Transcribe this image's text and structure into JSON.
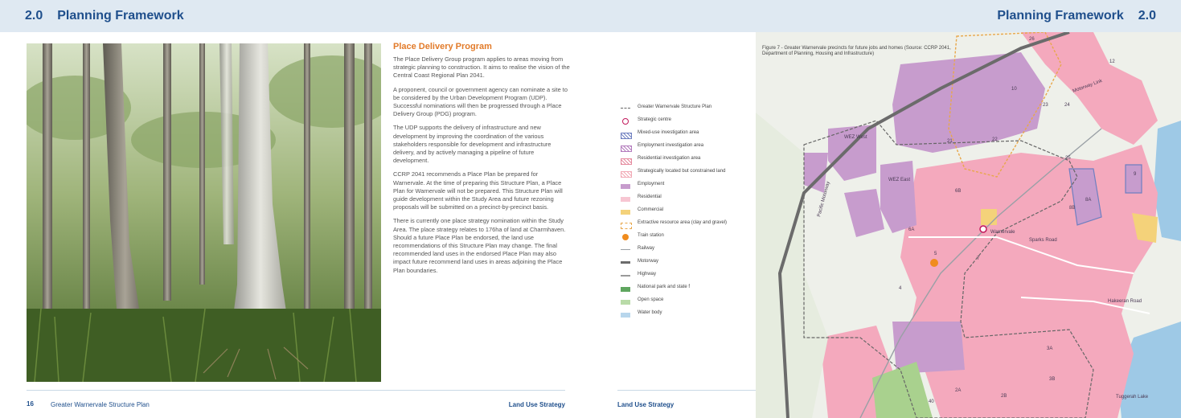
{
  "header": {
    "section_number": "2.0",
    "section_title": "Planning Framework"
  },
  "left_text": {
    "heading": "Place Delivery Program",
    "paragraphs": [
      "The Place Delivery Group program applies to areas moving from strategic planning to construction. It aims to realise the vision of the Central Coast Regional Plan 2041.",
      "A proponent, council or government agency can nominate a site to be considered by the Urban Development Program (UDP). Successful nominations will then be progressed through a Place Delivery Group (PDG) program.",
      "The UDP supports the delivery of infrastructure and new development by improving the coordination of the various stakeholders responsible for development and infrastructure delivery, and by actively managing a pipeline of future development.",
      "CCRP 2041 recommends a Place Plan be prepared for Warnervale. At the time of preparing this Structure Plan, a Place Plan for Warnervale will not be prepared. This Structure Plan will guide development within the Study Area and future rezoning proposals will be submitted on a precinct-by-precinct basis.",
      "There is currently one place strategy nomination within the Study Area. The place strategy relates to 176ha of land at Charmhaven. Should a future Place Plan be endorsed, the land use recommendations of this Structure Plan may change. The final recommended land uses in the endorsed Place Plan may also impact future recommend land uses in areas adjoining the Place Plan boundaries."
    ]
  },
  "footer": {
    "page_number": "16",
    "document_title": "Greater Warnervale Structure Plan",
    "section_label": "Land Use Strategy"
  },
  "figure_caption": "Figure 7 - Greater Warnervale precincts for future jobs and homes (Source: CCRP 2041, Department of Planning, Housing and Infrastructure)",
  "legend": [
    {
      "label": "Greater Warnervale Structure Plan",
      "swatch": "dash",
      "color": "#666666"
    },
    {
      "label": "Strategic centre",
      "swatch": "ring",
      "color": "#c2185b"
    },
    {
      "label": "Mixed-use investigation area",
      "swatch": "hatch",
      "color": "#6f7fc0"
    },
    {
      "label": "Employment investigation area",
      "swatch": "hatch",
      "color": "#b37bbd"
    },
    {
      "label": "Residential investigation area",
      "swatch": "hatch",
      "color": "#e58a9e"
    },
    {
      "label": "Strategically located but constrained land",
      "swatch": "hatch",
      "color": "#f2a9b5"
    },
    {
      "label": "Employment",
      "swatch": "fill",
      "color": "#c79ccd"
    },
    {
      "label": "Residential",
      "swatch": "fill",
      "color": "#f7c6d2"
    },
    {
      "label": "Commercial",
      "swatch": "fill",
      "color": "#f4d27a"
    },
    {
      "label": "Extractive resource area (clay and gravel)",
      "swatch": "outline",
      "color": "#e8a74b"
    },
    {
      "label": "Train station",
      "swatch": "circle",
      "color": "#f08c1e"
    },
    {
      "label": "Railway",
      "swatch": "thin",
      "color": "#9aa0a6"
    },
    {
      "label": "Motorway",
      "swatch": "thick",
      "color": "#6b6b6b"
    },
    {
      "label": "Highway",
      "swatch": "medium",
      "color": "#9a9a9a"
    },
    {
      "label": "National park and state f",
      "swatch": "fill",
      "color": "#5fa65f"
    },
    {
      "label": "Open space",
      "swatch": "fill",
      "color": "#b9dba8"
    },
    {
      "label": "Water body",
      "swatch": "fill",
      "color": "#b8d6ec"
    }
  ],
  "map": {
    "colors": {
      "residential": "#f4a9bd",
      "employment": "#c79ccd",
      "commercial": "#f4d27a",
      "openspace": "#c8e3b7",
      "water": "#9ec9e6",
      "base": "#eef0ea",
      "park": "#a9d18e"
    },
    "labels": [
      "26",
      "12",
      "10",
      "23",
      "24",
      "Motorway Link",
      "21",
      "22",
      "25",
      "WEZ West",
      "WEZ East",
      "6B",
      "9",
      "8A",
      "8B",
      "6A",
      "Warnervale",
      "Sparks Road",
      "5",
      "7",
      "4",
      "Pacific Motorway",
      "Hakeeran Road",
      "3A",
      "3B",
      "2A",
      "2B",
      "40",
      "Tuggerah Lake"
    ]
  }
}
